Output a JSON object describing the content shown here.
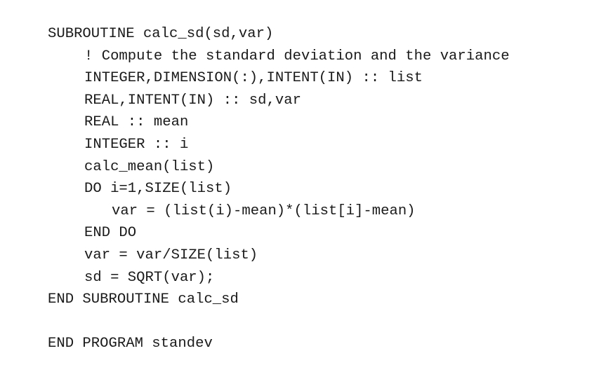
{
  "code": {
    "language": "Fortran",
    "lines": [
      {
        "indent": 0,
        "text": "SUBROUTINE calc_sd(sd,var)"
      },
      {
        "indent": 1,
        "text": "! Compute the standard deviation and the variance"
      },
      {
        "indent": 1,
        "text": "INTEGER,DIMENSION(:),INTENT(IN) :: list"
      },
      {
        "indent": 1,
        "text": "REAL,INTENT(IN) :: sd,var"
      },
      {
        "indent": 1,
        "text": "REAL :: mean"
      },
      {
        "indent": 1,
        "text": "INTEGER :: i"
      },
      {
        "indent": 1,
        "text": "calc_mean(list)"
      },
      {
        "indent": 1,
        "text": "DO i=1,SIZE(list)"
      },
      {
        "indent": 2,
        "text": "var = (list(i)-mean)*(list[i]-mean)"
      },
      {
        "indent": 1,
        "text": "END DO"
      },
      {
        "indent": 1,
        "text": "var = var/SIZE(list)"
      },
      {
        "indent": 1,
        "text": "sd = SQRT(var);"
      },
      {
        "indent": 0,
        "text": "END SUBROUTINE calc_sd"
      },
      {
        "indent": 0,
        "text": ""
      },
      {
        "indent": 0,
        "text": "END PROGRAM standev"
      }
    ]
  }
}
